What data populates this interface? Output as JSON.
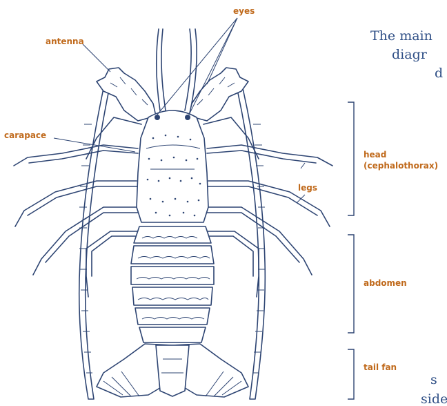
{
  "caption_lines": [
    "The main",
    "diagr",
    "d",
    "s",
    "side"
  ],
  "labels": {
    "eyes": "eyes",
    "antenna": "antenna",
    "carapace": "carapace",
    "legs": "legs",
    "head_line1": "head",
    "head_line2": "(cephalothorax)",
    "abdomen": "abdomen",
    "tail_fan": "tail fan"
  },
  "colors": {
    "ink": "#2d4472",
    "label": "#c06a1c",
    "caption": "#2f4f86",
    "background": "#ffffff"
  }
}
